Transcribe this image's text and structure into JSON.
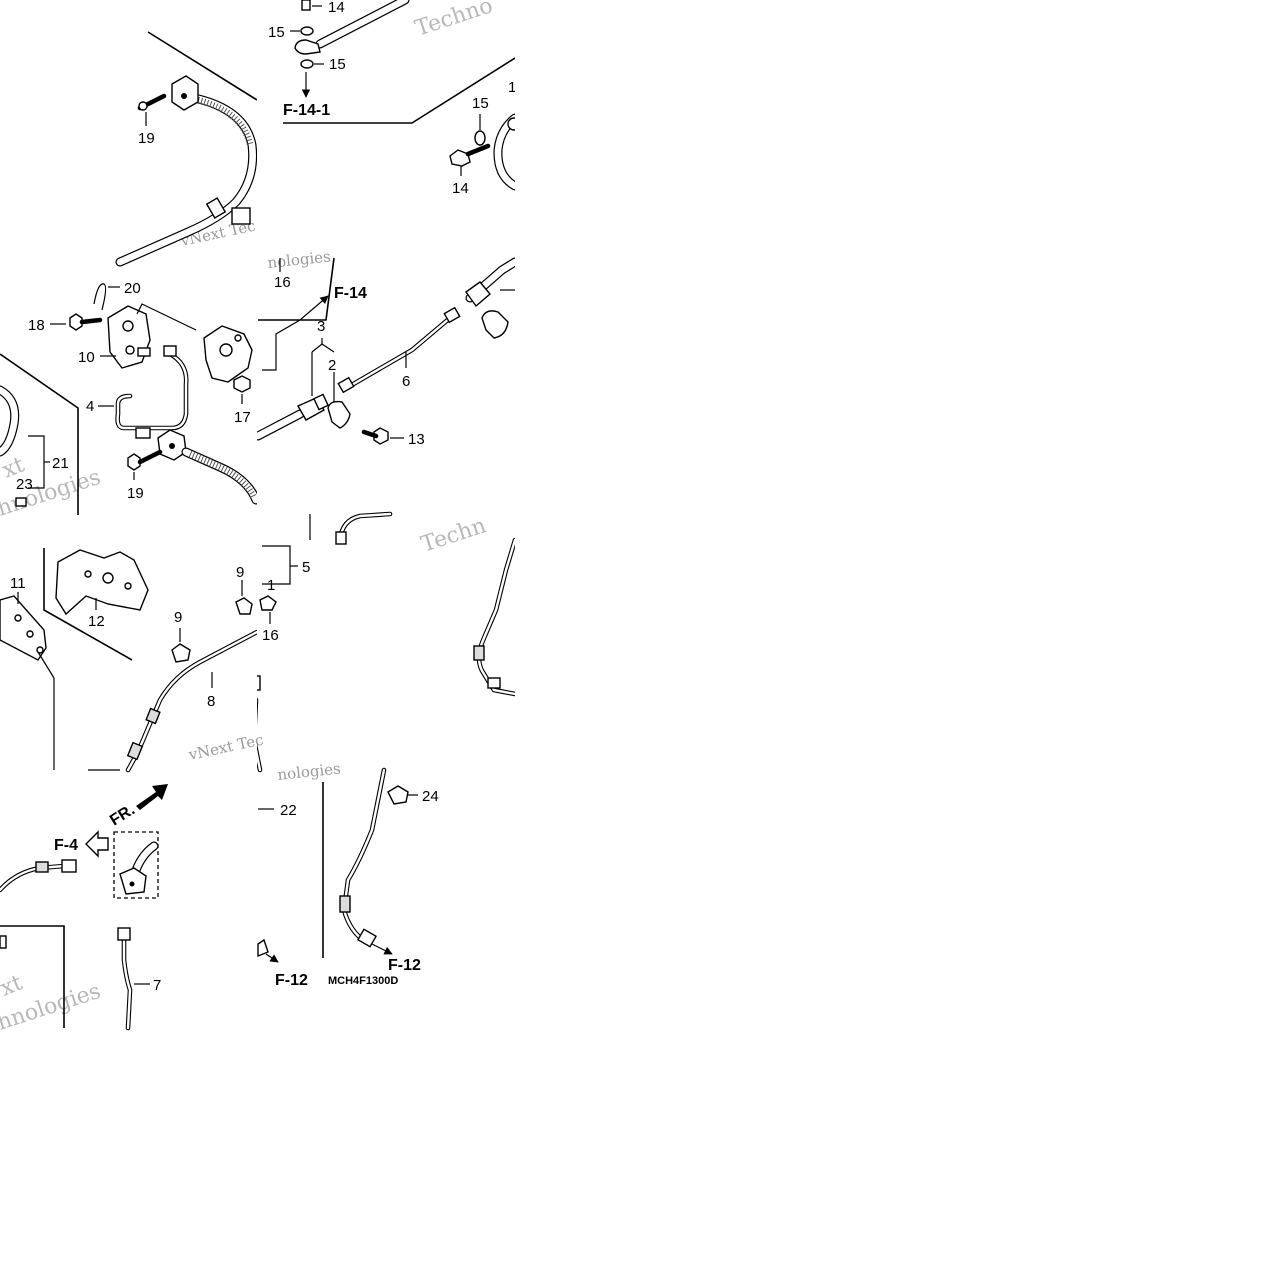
{
  "watermark": {
    "words": [
      "Techno",
      "vNext Tec",
      "nologies",
      "Techn",
      "vNext Tec",
      "nologies",
      "xt",
      "hnologies",
      "xt",
      "hnologies"
    ]
  },
  "callouts": {
    "c14a": "14",
    "c15a": "15",
    "c15b": "15",
    "c15c": "15",
    "c14b": "14",
    "c19a": "19",
    "c20": "20",
    "c18": "18",
    "c10": "10",
    "c5a": "5",
    "c4": "4",
    "c17": "17",
    "c19b": "19",
    "c21": "21",
    "c23": "23",
    "c16a": "16",
    "c3": "3",
    "c2": "2",
    "c6": "6",
    "c13": "13",
    "c11": "11",
    "c12": "12",
    "c9a": "9",
    "c9b": "9",
    "c16b": "16",
    "c5b": "5",
    "c1": "1",
    "c8": "8",
    "c22": "22",
    "c24": "24",
    "c7": "7"
  },
  "refs": {
    "f141": "F-14-1",
    "f14": "F-14",
    "f4": "F-4",
    "fr": "FR.",
    "f12a": "F-12",
    "f12b": "F-12"
  },
  "diagram_code": "MCH4F1300D"
}
